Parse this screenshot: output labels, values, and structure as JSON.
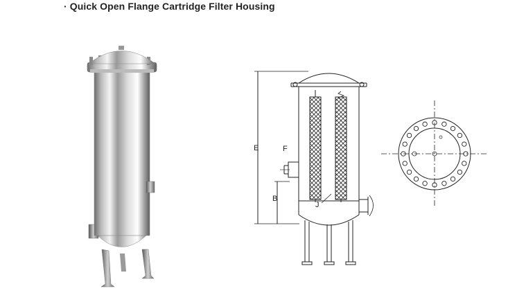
{
  "header": {
    "title": "· Quick Open Flange Cartridge Filter Housing"
  },
  "labels": {
    "E": "E",
    "F": "F",
    "B": "B",
    "J": "J"
  }
}
